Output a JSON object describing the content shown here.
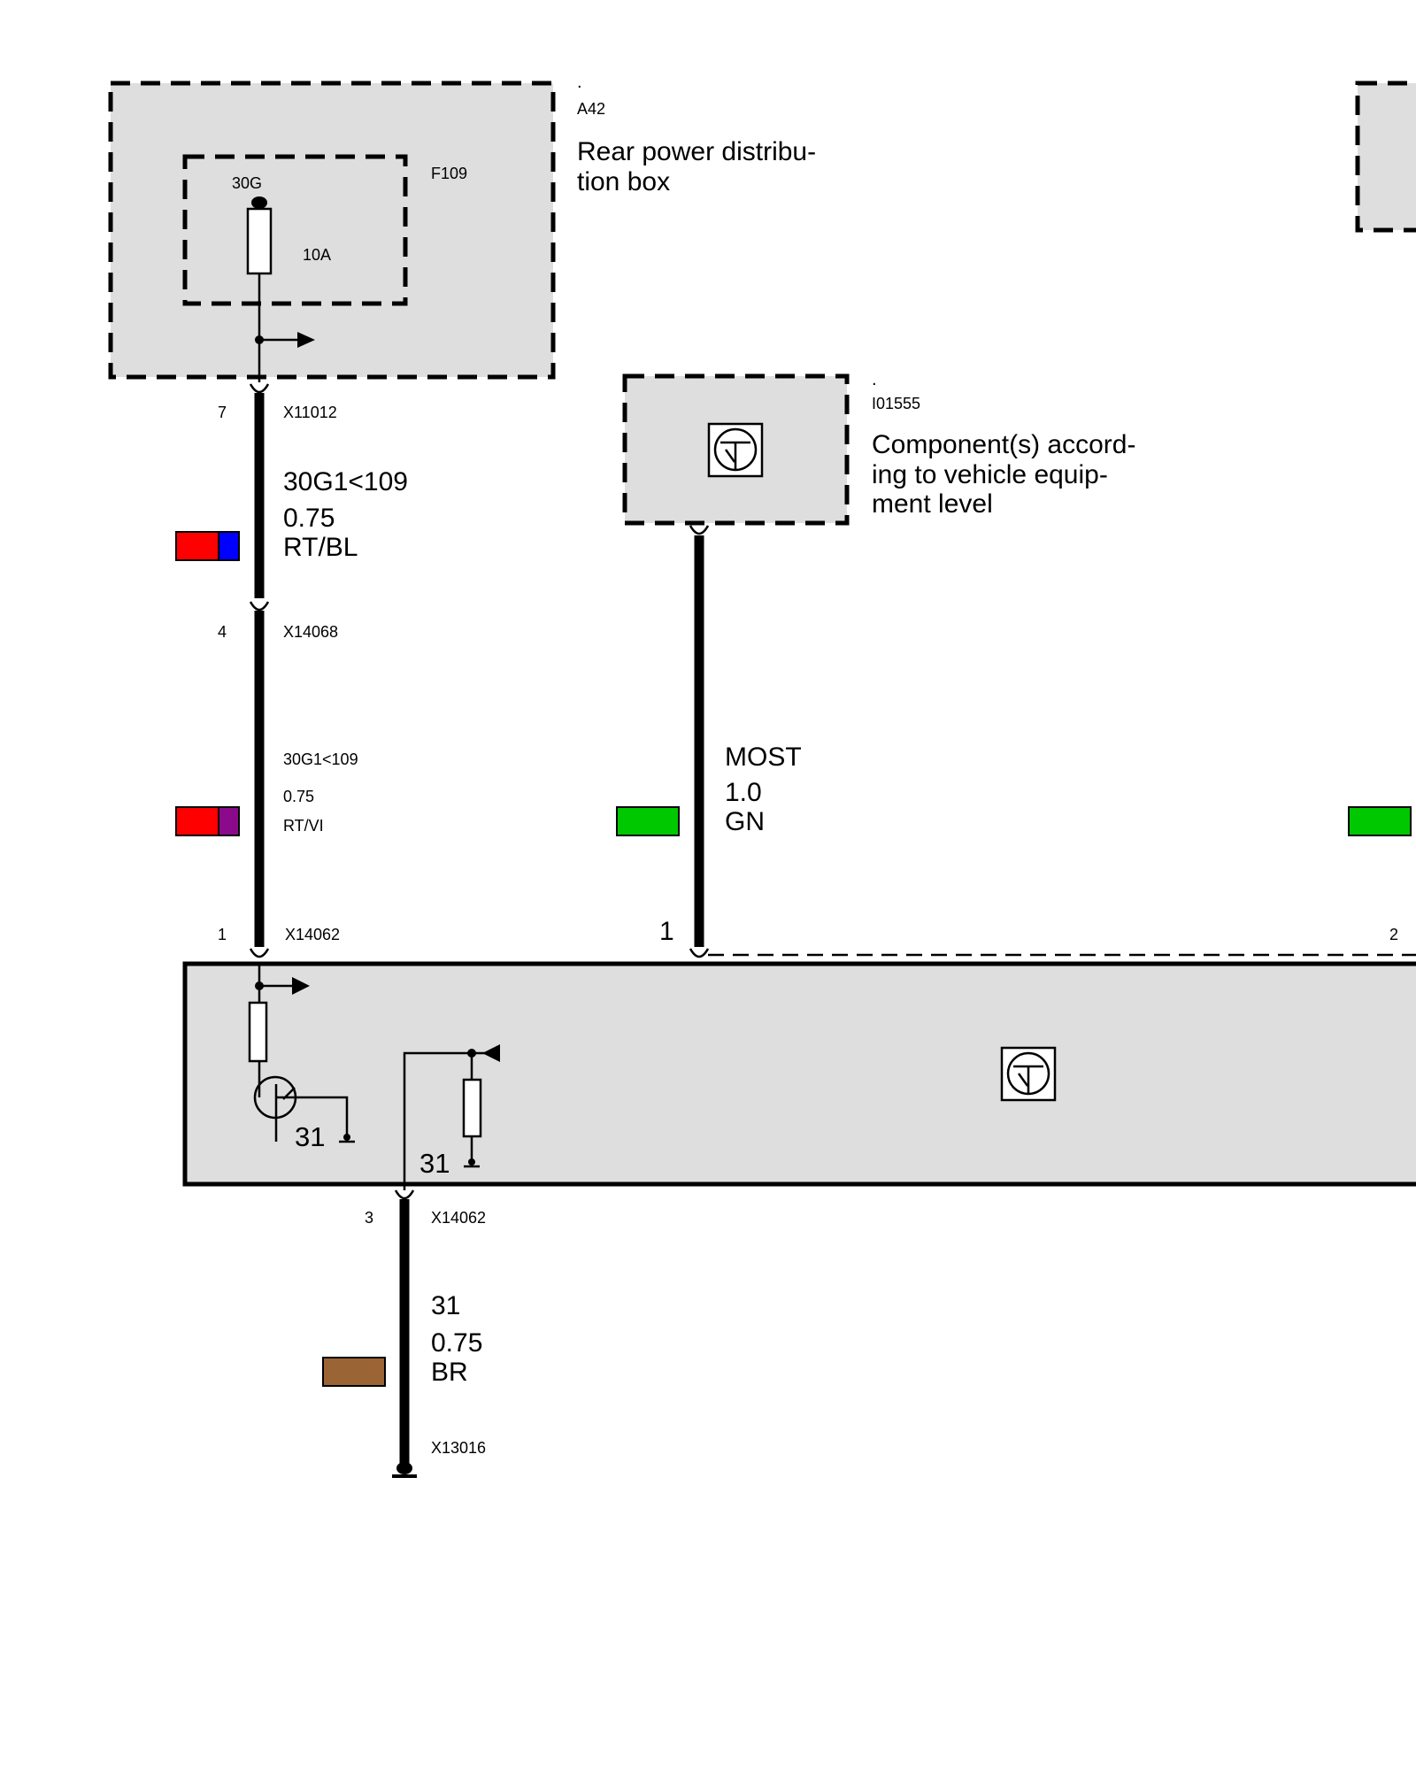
{
  "components": {
    "a42": {
      "marker": ".",
      "id": "A42",
      "name_line1": "Rear power distribu-",
      "name_line2": "tion box",
      "fuse_id": "F109",
      "fuse_terminal": "30G",
      "fuse_rating": "10A"
    },
    "i01555": {
      "marker": ".",
      "id": "I01555",
      "name_line1": "Component(s) accord-",
      "name_line2": "ing to vehicle equip-",
      "name_line3": "ment level"
    },
    "module": {
      "ground_label_left": "31",
      "ground_label_right": "31"
    }
  },
  "connectors": {
    "x11012": {
      "pin": "7",
      "id": "X11012"
    },
    "x14068": {
      "pin": "4",
      "id": "X14068"
    },
    "x14062_pin1": {
      "pin": "1",
      "id": "X14062"
    },
    "most_pin": {
      "pin": "1"
    },
    "right_pin": {
      "pin": "2"
    },
    "x14062_pin3": {
      "pin": "3",
      "id": "X14062"
    },
    "x13016": {
      "id": "X13016"
    }
  },
  "wires": {
    "w1": {
      "signal": "30G1<109",
      "gauge": "0.75",
      "color_code": "RT/BL",
      "colors": [
        "#ff0000",
        "#0000ff"
      ]
    },
    "w2": {
      "signal": "30G1<109",
      "gauge": "0.75",
      "color_code": "RT/VI",
      "colors": [
        "#ff0000",
        "#8b0a8b"
      ]
    },
    "most": {
      "signal": "MOST",
      "gauge": "1.0",
      "color_code": "GN",
      "colors": [
        "#00c800"
      ]
    },
    "ground": {
      "signal": "31",
      "gauge": "0.75",
      "color_code": "BR",
      "colors": [
        "#9b6434"
      ]
    },
    "right_swatch_colors": [
      "#00c800"
    ]
  },
  "palette": {
    "box_fill": "#dedede",
    "line": "#000000"
  }
}
